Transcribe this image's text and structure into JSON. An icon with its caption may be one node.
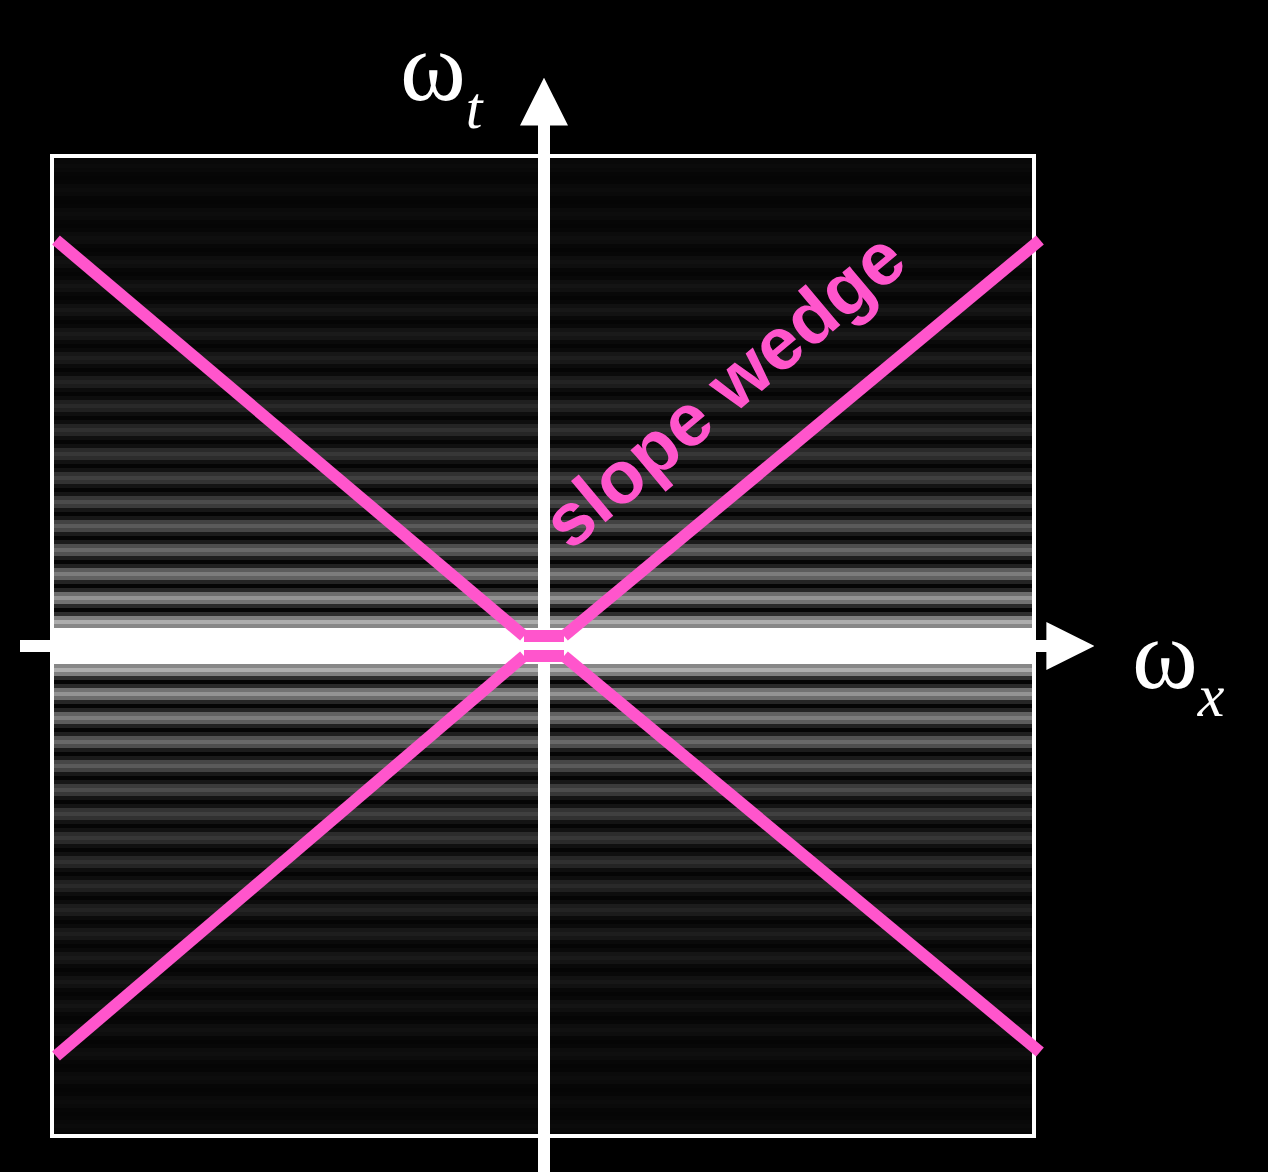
{
  "diagram": {
    "labels": [
      "ω$_{t}$",
      "slope wedge",
      "ω$_{x}$"
    ]
  }
}
